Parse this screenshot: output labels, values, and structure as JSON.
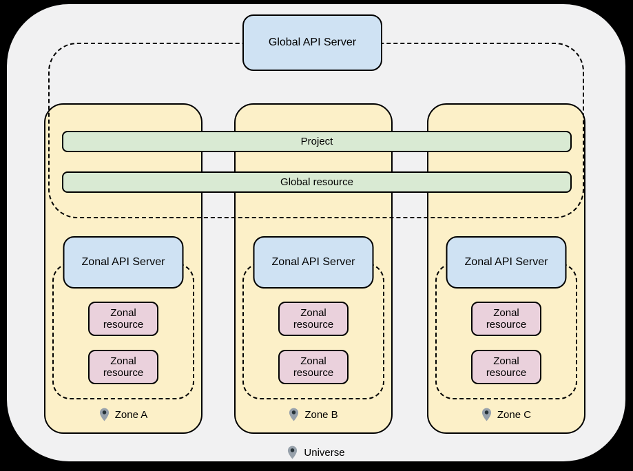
{
  "colors": {
    "background": "#000000",
    "universe_fill": "#F1F1F2",
    "zone_fill": "#FCF0C8",
    "api_server_fill": "#CFE2F3",
    "bar_fill": "#D9EAD3",
    "resource_fill": "#EAD1DC",
    "border": "#000000",
    "pin_fill": "#97A1AB",
    "pin_dot": "#263238"
  },
  "global_api_server": {
    "label": "Global API Server"
  },
  "bars": {
    "project": "Project",
    "global_resource": "Global resource"
  },
  "zones": [
    {
      "label": "Zone A",
      "api_server": "Zonal API Server",
      "resources": [
        "Zonal resource",
        "Zonal resource"
      ]
    },
    {
      "label": "Zone B",
      "api_server": "Zonal API Server",
      "resources": [
        "Zonal resource",
        "Zonal resource"
      ]
    },
    {
      "label": "Zone C",
      "api_server": "Zonal API Server",
      "resources": [
        "Zonal resource",
        "Zonal resource"
      ]
    }
  ],
  "universe": {
    "label": "Universe"
  }
}
